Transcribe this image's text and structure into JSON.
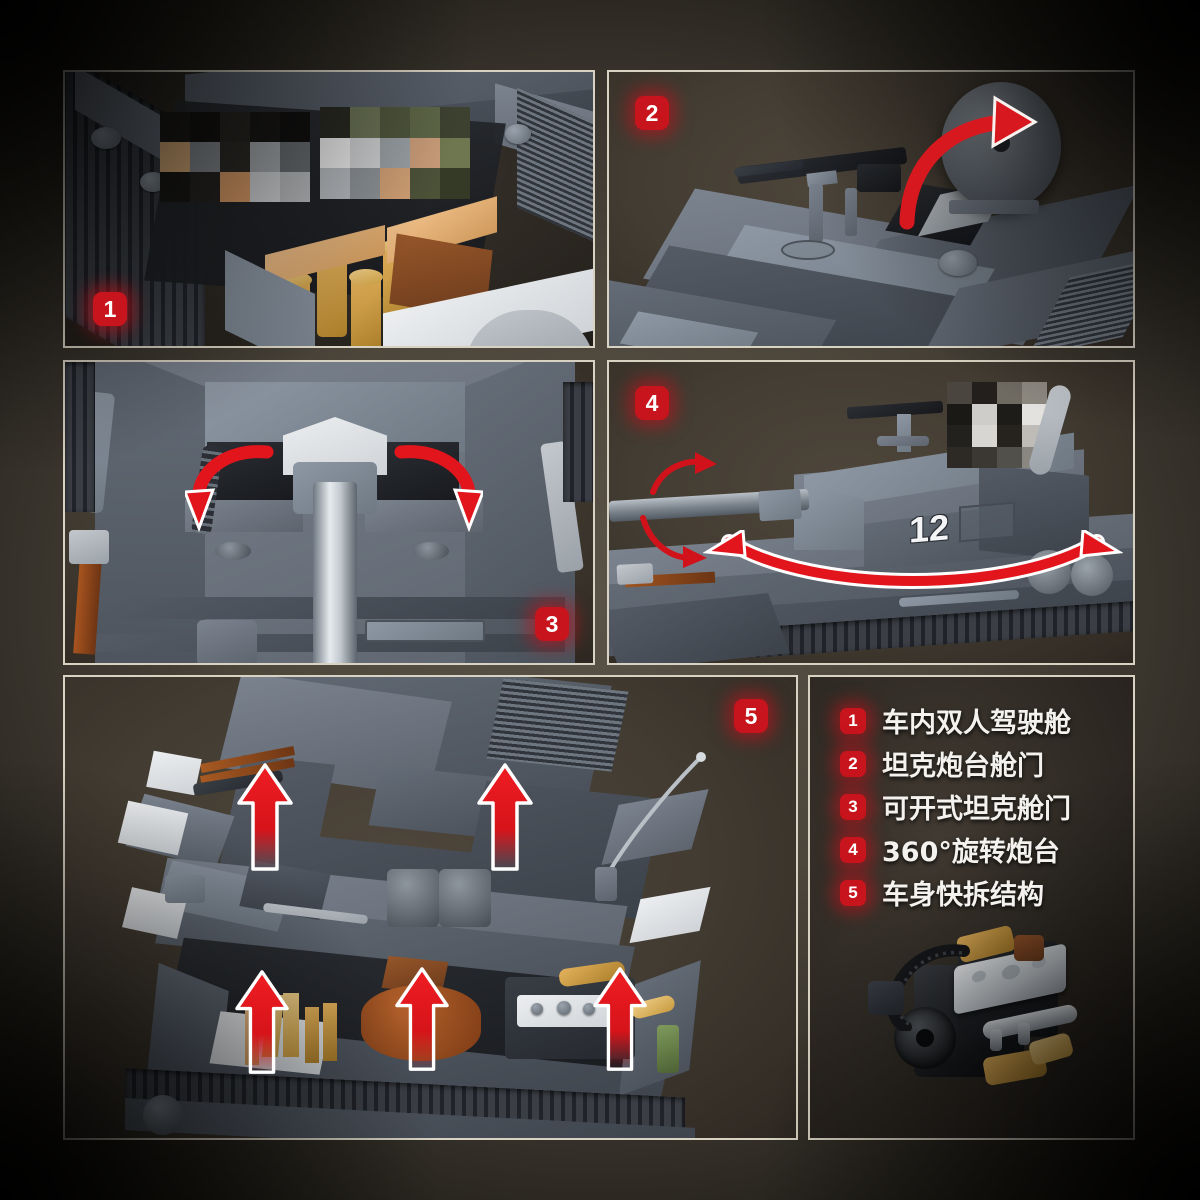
{
  "meta": {
    "title": "Tank Building Block Set Feature Highlights",
    "accent_red": "#c8141d",
    "panel_border": "#d8d2c2",
    "background": "#4c463b"
  },
  "panels": [
    {
      "id": "p1",
      "badge": "1",
      "name": "interior-crew-compartment",
      "caption_ref": "车内双人驾驶舱"
    },
    {
      "id": "p2",
      "badge": "2",
      "name": "turret-hatch-open",
      "caption_ref": "坦克炮台舱门"
    },
    {
      "id": "p3",
      "badge": "3",
      "name": "openable-hull-hatches",
      "caption_ref": "可开式坦克舱门"
    },
    {
      "id": "p4",
      "badge": "4",
      "name": "rotating-turret",
      "caption_ref": "360°旋转炮台",
      "turret_marking": "12"
    },
    {
      "id": "p5",
      "badge": "5",
      "name": "quick-release-body",
      "caption_ref": "车身快拆结构"
    }
  ],
  "legend": {
    "items": [
      {
        "num": "1",
        "label": "车内双人驾驶舱"
      },
      {
        "num": "2",
        "label": "坦克炮台舱门"
      },
      {
        "num": "3",
        "label": "可开式坦克舱门"
      },
      {
        "num": "4",
        "label": "360°旋转炮台"
      },
      {
        "num": "5",
        "label": "车身快拆结构"
      }
    ],
    "product_image_name": "engine-model"
  }
}
